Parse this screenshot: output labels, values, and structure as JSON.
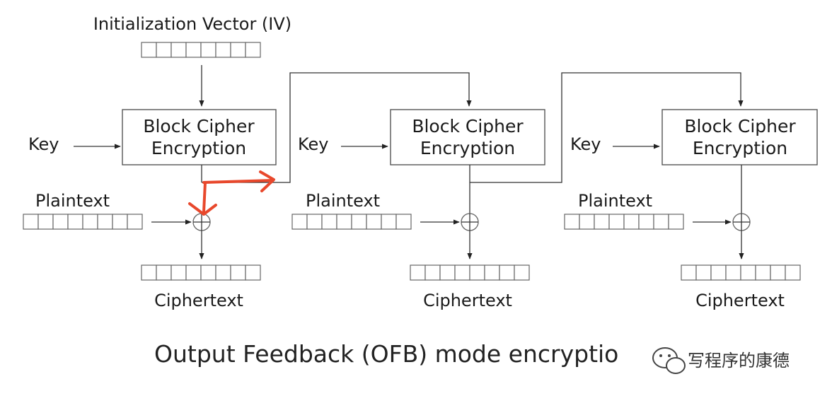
{
  "iv_label": "Initialization Vector (IV)",
  "stages": [
    {
      "key_label": "Key",
      "cipher_line1": "Block Cipher",
      "cipher_line2": "Encryption",
      "plaintext_label": "Plaintext",
      "ciphertext_label": "Ciphertext"
    },
    {
      "key_label": "Key",
      "cipher_line1": "Block Cipher",
      "cipher_line2": "Encryption",
      "plaintext_label": "Plaintext",
      "ciphertext_label": "Ciphertext"
    },
    {
      "key_label": "Key",
      "cipher_line1": "Block Cipher",
      "cipher_line2": "Encryption",
      "plaintext_label": "Plaintext",
      "ciphertext_label": "Ciphertext"
    }
  ],
  "title": "Output Feedback (OFB) mode encryptio",
  "watermark": "写程序的康德",
  "annotation_color": "#e8482c"
}
